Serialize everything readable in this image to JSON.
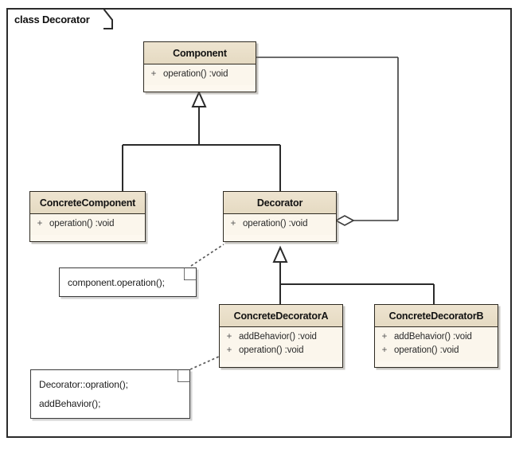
{
  "frame": {
    "label": "class Decorator"
  },
  "colors": {
    "header_fill": "#e9dfc9",
    "body_fill": "#fbf6ec",
    "border": "#2e2a22",
    "note_fill": "#ffffff",
    "note_border": "#3a3a3a",
    "line": "#2b2b2b",
    "background": "#ffffff"
  },
  "classes": [
    {
      "id": "component",
      "name": "Component",
      "members": [
        {
          "visibility": "+",
          "signature": "operation()  :void"
        }
      ]
    },
    {
      "id": "concrete-component",
      "name": "ConcreteComponent",
      "members": [
        {
          "visibility": "+",
          "signature": "operation()  :void"
        }
      ]
    },
    {
      "id": "decorator",
      "name": "Decorator",
      "members": [
        {
          "visibility": "+",
          "signature": "operation()  :void"
        }
      ]
    },
    {
      "id": "concrete-decorator-a",
      "name": "ConcreteDecoratorA",
      "members": [
        {
          "visibility": "+",
          "signature": "addBehavior()  :void"
        },
        {
          "visibility": "+",
          "signature": "operation()  :void"
        }
      ]
    },
    {
      "id": "concrete-decorator-b",
      "name": "ConcreteDecoratorB",
      "members": [
        {
          "visibility": "+",
          "signature": "addBehavior()  :void"
        },
        {
          "visibility": "+",
          "signature": "operation()  :void"
        }
      ]
    }
  ],
  "notes": [
    {
      "id": "note-decorator-operation",
      "lines": [
        "component.operation();"
      ]
    },
    {
      "id": "note-concrete-decorator-a",
      "lines": [
        "Decorator::opration();",
        "addBehavior();"
      ]
    }
  ],
  "relationships": [
    {
      "type": "generalization",
      "from": "ConcreteComponent",
      "to": "Component"
    },
    {
      "type": "generalization",
      "from": "Decorator",
      "to": "Component"
    },
    {
      "type": "aggregation",
      "from": "Decorator",
      "to": "Component"
    },
    {
      "type": "generalization",
      "from": "ConcreteDecoratorA",
      "to": "Decorator"
    },
    {
      "type": "generalization",
      "from": "ConcreteDecoratorB",
      "to": "Decorator"
    },
    {
      "type": "note-link",
      "from": "note-decorator-operation",
      "to": "Decorator"
    },
    {
      "type": "note-link",
      "from": "note-concrete-decorator-a",
      "to": "ConcreteDecoratorA"
    }
  ]
}
